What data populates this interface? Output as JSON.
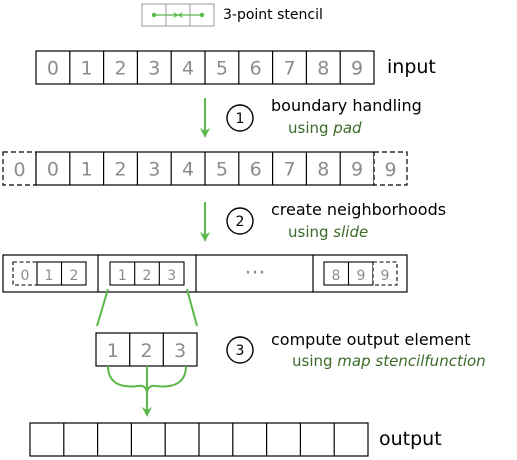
{
  "legend": {
    "label": "3-point stencil"
  },
  "input": {
    "label": "input",
    "cells": [
      "0",
      "1",
      "2",
      "3",
      "4",
      "5",
      "6",
      "7",
      "8",
      "9"
    ]
  },
  "padded": {
    "left_pad": "0",
    "cells": [
      "0",
      "1",
      "2",
      "3",
      "4",
      "5",
      "6",
      "7",
      "8",
      "9"
    ],
    "right_pad": "9"
  },
  "neighborhoods": {
    "first": {
      "pad": "0",
      "cells": [
        "1",
        "2"
      ]
    },
    "second": {
      "cells": [
        "1",
        "2",
        "3"
      ]
    },
    "ellipsis": "···",
    "last": {
      "cells": [
        "8",
        "9"
      ],
      "pad": "9"
    }
  },
  "zoom": {
    "cells": [
      "1",
      "2",
      "3"
    ]
  },
  "steps": [
    {
      "number": "1",
      "title": "boundary handling",
      "sub_prefix": "using ",
      "sub_em": "pad"
    },
    {
      "number": "2",
      "title": "create neighborhoods",
      "sub_prefix": "using ",
      "sub_em": "slide"
    },
    {
      "number": "3",
      "title": "compute output element",
      "sub_prefix": "using ",
      "sub_em": "map stencilfunction"
    }
  ],
  "output": {
    "label": "output",
    "cell_count": 10
  },
  "colors": {
    "arrow_green": "#5cb84a",
    "text_green": "#3c6b2a",
    "cell_text_gray": "#8c8c8c",
    "stroke": "#000000"
  }
}
